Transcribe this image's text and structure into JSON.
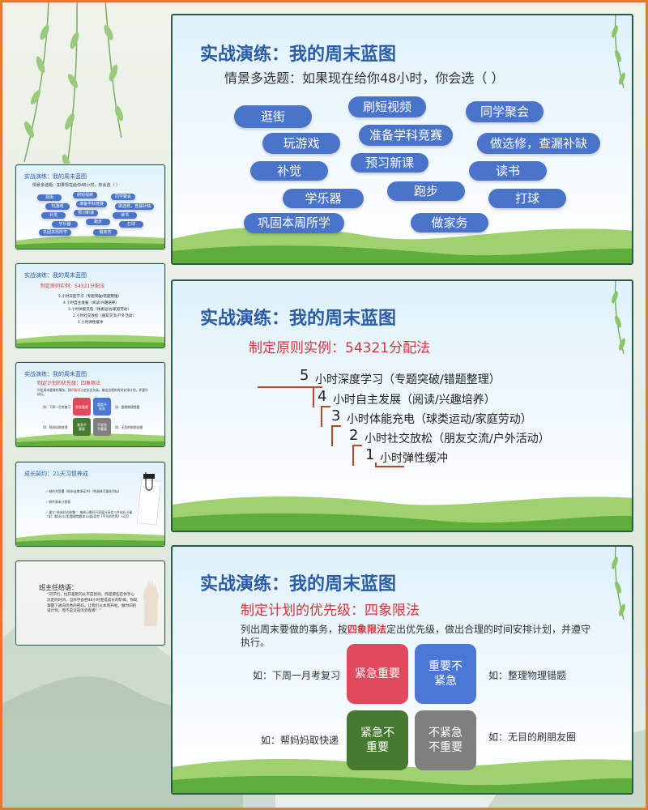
{
  "colors": {
    "frame": "#e8772e",
    "slide_border": "#2d5a4f",
    "title": "#2b5ca8",
    "pill": "#4a74c9",
    "accent_red": "#d2363a",
    "q_urgent_important": "#e14a5c",
    "q_important": "#4a78d4",
    "q_urgent": "#477a31",
    "q_neither": "#7f7f7f"
  },
  "slide1": {
    "title": "实战演练：我的周末蓝图",
    "question": "情景多选题：如果现在给你48小时，你会选（    ）",
    "options": [
      "逛街",
      "刷短视频",
      "同学聚会",
      "玩游戏",
      "准备学科竞赛",
      "做选修，查漏补缺",
      "补觉",
      "预习新课",
      "读书",
      "学乐器",
      "跑步",
      "打球",
      "巩固本周所学",
      "做家务"
    ]
  },
  "slide2": {
    "title": "实战演练：我的周末蓝图",
    "subtitle": "制定原则实例：54321分配法",
    "steps": [
      {
        "num": "5",
        "text": "小时深度学习（专题突破/错题整理）"
      },
      {
        "num": "4",
        "text": "小时自主发展（阅读/兴趣培养）"
      },
      {
        "num": "3",
        "text": "小时体能充电（球类运动/家庭劳动）"
      },
      {
        "num": "2",
        "text": "小时社交放松（朋友交流/户外活动）"
      },
      {
        "num": "1",
        "text": "小时弹性缓冲"
      }
    ]
  },
  "slide3": {
    "title": "实战演练：我的周末蓝图",
    "subtitle": "制定计划的优先级：四象限法",
    "desc_pre": "列出周末要做的事务，按",
    "desc_hl": "四象限法",
    "desc_post": "定出优先级，做出合理的时间安排计划，并遵守执行。",
    "q1": "紧急重要",
    "q2": "重要不\n紧急",
    "q3": "紧急不\n重要",
    "q4": "不紧急\n不重要",
    "ex1": "如：下周一月考复习",
    "ex2": "如：整理物理错题",
    "ex3": "如：帮妈妈取快递",
    "ex4": "如：无目的刷朋友圈"
  },
  "thumb4": {
    "title": "成长契约：21天习惯养成",
    "items": [
      "制作并签署《周末自律承诺书》（附具体可量化目标）",
      "制作周末计划表",
      "建立“周末时光账簿”：每周日晚召开家庭分享会三件成长小事（如：解决3公里/整理错题本10道/读完《平凡的世界》50页）"
    ]
  },
  "thumb5": {
    "heading": "班主任结语：",
    "quote": "“同学们，拉开差距的从不是智商，而是那些在你手心流走的时间。当你学会把48小时变成成长的阶梯，你就掌握了通向优秀的密码。让我们从本周开始，做时间的设计师，而不是流逝的旁观者！”"
  }
}
